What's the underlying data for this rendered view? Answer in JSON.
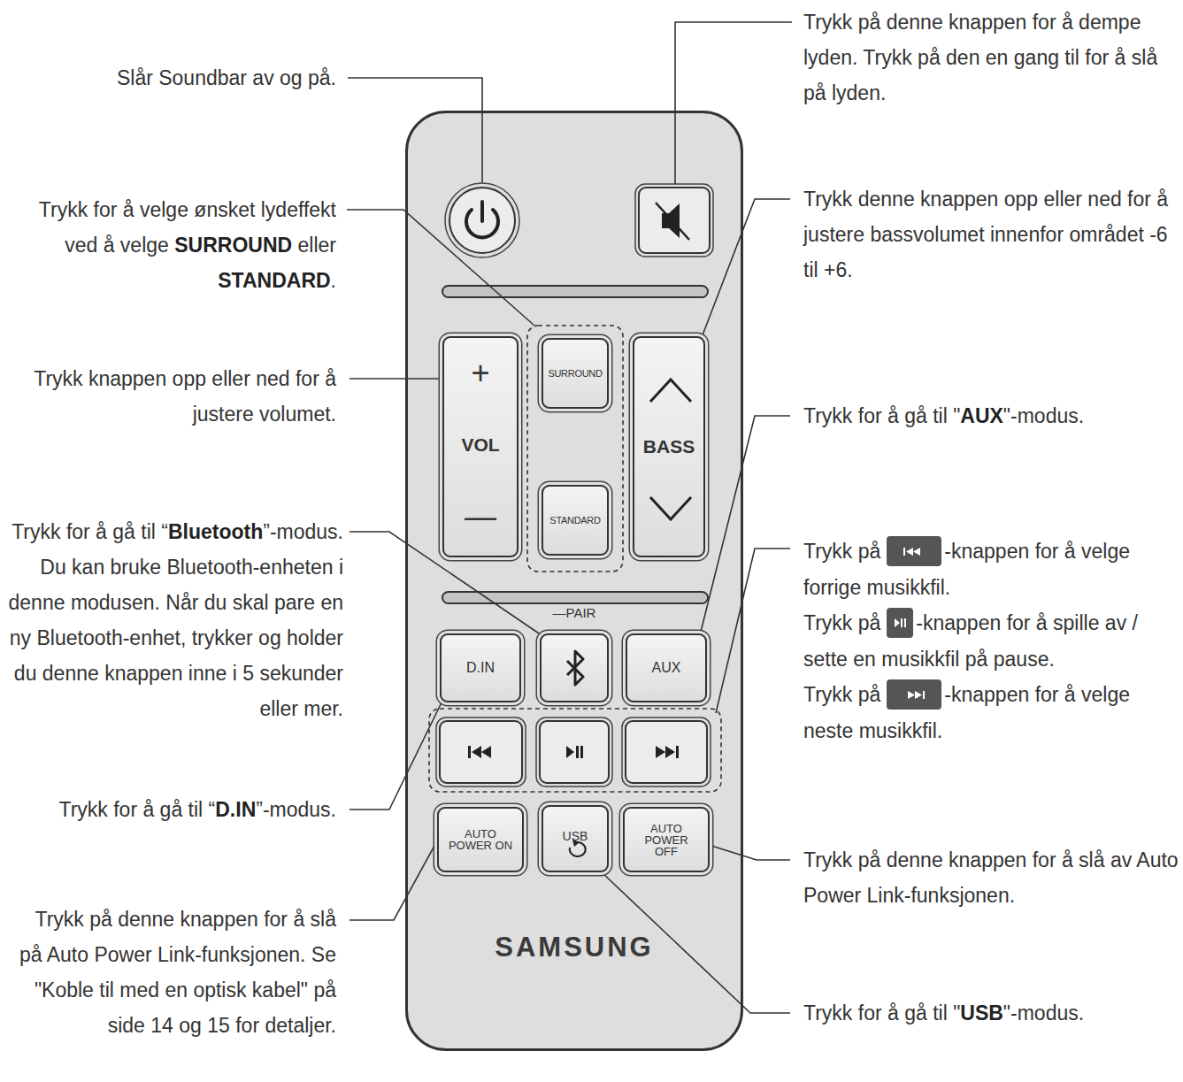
{
  "diagram": {
    "nodes": [
      {
        "text": [
          "SAMSUNG"
        ]
      },
      {
        "text": [
          "+",
          "VOL",
          "—"
        ],
        "in": 0
      },
      {
        "text": [
          "SURROUND"
        ],
        "in": 0
      },
      {
        "text": [
          "STANDARD"
        ],
        "in": 0
      },
      {
        "text": [
          "BASS"
        ],
        "in": 0
      },
      {
        "text": [
          "D.IN"
        ],
        "in": 0
      },
      {
        "text": [
          "—PAIR"
        ],
        "in": 0
      },
      {
        "text": [
          "AUX"
        ],
        "in": 0
      },
      {
        "text": [
          "AUTO POWER ON"
        ],
        "in": 0
      },
      {
        "text": [
          "USB"
        ],
        "in": 0
      },
      {
        "text": [
          "AUTO POWER OFF"
        ],
        "in": 0
      }
    ],
    "labels": [
      "Slår Soundbar av og på.",
      "Trykk på denne knappen for å dempe lyden. Trykk på den en gang til for å slå på lyden.",
      "Trykk for å velge ønsket lydeffekt ved å velge",
      "SURROUND",
      "eller",
      "STANDARD",
      ".",
      "Trykk denne knappen opp eller ned for å justere bassvolumet innenfor området -6 til +6.",
      "Trykk knappen opp eller ned for å justere volumet.",
      "Trykk for å gå til \"",
      "AUX",
      "\"-modus.",
      "Trykk for å gå til “",
      "Bluetooth",
      "”-modus. Du kan bruke Bluetooth-enheten i denne modusen. Når du skal pare en ny Bluetooth-enhet, trykker og holder du denne knappen inne i 5 sekunder eller mer.",
      "Trykk på",
      "-knappen for å velge forrige musikkfil.",
      "Trykk på",
      "-knappen for å spille av / sette en musikkfil på pause.",
      "Trykk på",
      "-knappen for å velge neste musikkfil.",
      "Trykk for å gå til “",
      "D.IN",
      "”-modus.",
      "Trykk på denne knappen for å slå av Auto Power Link-funksjonen.",
      "Trykk på denne knappen for å slå på Auto Power Link-funksjonen. Se \"Koble til med en optisk kabel\" på side 14 og 15 for detaljer.",
      "Trykk for å gå til \"",
      "USB",
      "\"-modus."
    ]
  }
}
